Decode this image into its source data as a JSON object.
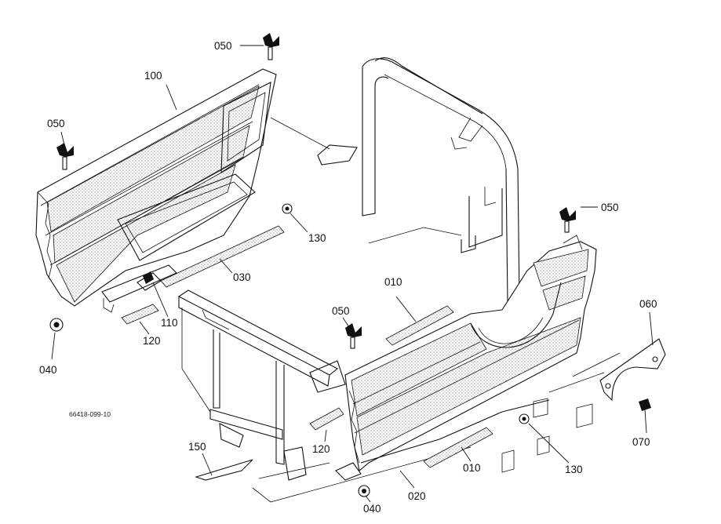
{
  "drawing": {
    "figure_code": "66418-099-10",
    "callouts": {
      "c050_top": "050",
      "c100": "100",
      "c050_left": "050",
      "c050_right": "050",
      "c130_left": "130",
      "c030": "030",
      "c010_top": "010",
      "c050_mid": "050",
      "c060": "060",
      "c110": "110",
      "c120_left": "120",
      "c040_left": "040",
      "c120_mid": "120",
      "c150": "150",
      "c010_bottom": "010",
      "c130_right": "130",
      "c070": "070",
      "c040_bottom": "040",
      "c020": "020"
    }
  }
}
